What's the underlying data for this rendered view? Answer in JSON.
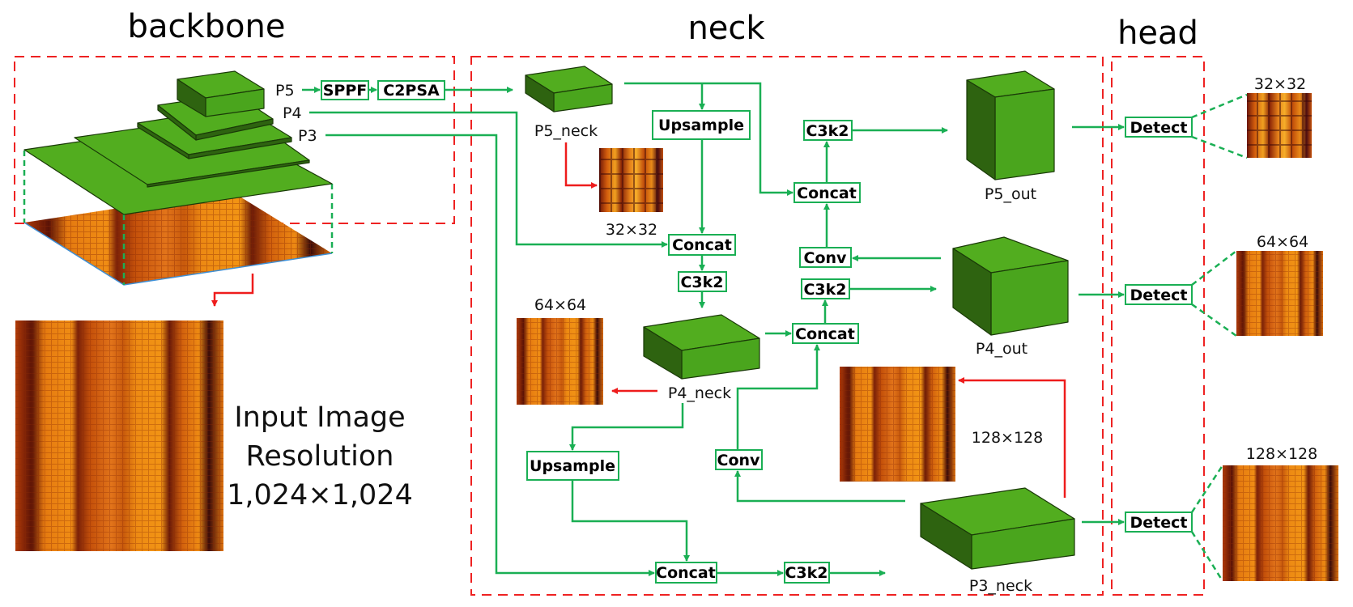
{
  "sections": {
    "backbone": "backbone",
    "neck": "neck",
    "head": "head"
  },
  "backbone": {
    "levels": [
      "P5",
      "P4",
      "P3"
    ],
    "ops": [
      "SPPF",
      "C2PSA"
    ],
    "input_caption": [
      "Input Image",
      "Resolution",
      "1,024×1,024"
    ]
  },
  "neck": {
    "feature_maps": {
      "p5_neck": "P5_neck",
      "p4_neck": "P4_neck",
      "p3_neck": "P3_neck",
      "p5_out": "P5_out",
      "p4_out": "P4_out"
    },
    "ops": {
      "upsample_top": "Upsample",
      "concat_top_left": "Concat",
      "c3k2_left": "C3k2",
      "upsample_bottom": "Upsample",
      "concat_bottom": "Concat",
      "c3k2_bottom": "C3k2",
      "conv_bottom": "Conv",
      "concat_mid_right": "Concat",
      "c3k2_mid_right": "C3k2",
      "conv_right": "Conv",
      "concat_top_right": "Concat",
      "c3k2_top_right": "C3k2"
    },
    "resolutions": {
      "p5": "32×32",
      "p4": "64×64",
      "p3": "128×128"
    }
  },
  "head": {
    "detect_label": "Detect",
    "outputs": [
      {
        "resolution": "32×32",
        "source": "P5_out"
      },
      {
        "resolution": "64×64",
        "source": "P4_out"
      },
      {
        "resolution": "128×128",
        "source": "P3_neck"
      }
    ]
  },
  "colors": {
    "region_border": "#ee2222",
    "flow_arrow": "#1aaf54",
    "visual_arrow": "#ee1c1c",
    "feature_map": "#4aa51d"
  }
}
